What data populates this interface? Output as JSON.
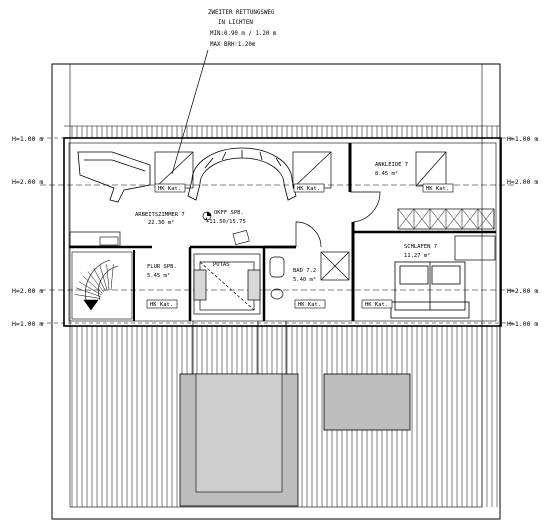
{
  "annotation": {
    "lines": [
      "ZWEITER RETTUNGSWEG",
      "IN LICHTEN",
      "MIN:0.90 m / 1.20 m",
      "MAX BRH:1.20m"
    ]
  },
  "height_labels": {
    "h1_left_top": "H=1.00 m",
    "h1_right_top": "H=1.00 m",
    "h2_left_top": "H=2.00 m",
    "h2_right_top": "H=2.00 m",
    "h2_left_bottom": "H=2.00 m",
    "h2_right_bottom": "H=2.00 m",
    "h1_left_bottom": "H=1.00 m",
    "h1_right_bottom": "H=1.00 m"
  },
  "rooms": {
    "arbeitszimmer": {
      "name": "ARBEITSZIMMER 7",
      "area": "22.30 m²"
    },
    "ankleide": {
      "name": "ANKLEIDE 7",
      "area": "8.45 m²"
    },
    "schlafen": {
      "name": "SCHLAFEN 7",
      "area": "11.27 m²"
    },
    "flur": {
      "name": "FLUR SPB.",
      "area": "5.45 m²"
    },
    "bad": {
      "name": "BAD 7.2",
      "area": "5.40 m²"
    }
  },
  "level_mark": {
    "line1": "OKFF SPB.",
    "line2": "+11.50/15.75"
  },
  "door_label": "PUTAS",
  "heater_label": "HK Kat."
}
